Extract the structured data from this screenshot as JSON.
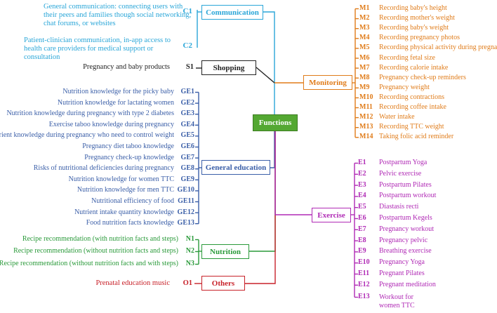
{
  "center": "Functions",
  "colors": {
    "communication": "#2aa6d8",
    "shopping": "#222222",
    "general": "#3b5fa8",
    "nutrition": "#2a9a3a",
    "others": "#c8222a",
    "monitoring": "#e07c1a",
    "exercise": "#b02ab5"
  },
  "communication": {
    "label": "Communication",
    "items": [
      {
        "code": "C1",
        "text": "General communication: connecting users with their peers and families though social networking, chat forums, or websites"
      },
      {
        "code": "C2",
        "text": "Patient-clinician communication, in-app access to health care providers for medical support or consultation"
      }
    ]
  },
  "shopping": {
    "label": "Shopping",
    "items": [
      {
        "code": "S1",
        "text": "Pregnancy and baby products"
      }
    ]
  },
  "general": {
    "label": "General education",
    "items": [
      {
        "code": "GE1",
        "text": "Nutrition knowledge for the picky baby"
      },
      {
        "code": "GE2",
        "text": "Nutrition knowledge for lactating women"
      },
      {
        "code": "GE3",
        "text": "Nutrition knowledge during pregnancy with type 2 diabetes"
      },
      {
        "code": "GE4",
        "text": "Exercise taboo knowledge during pregnancy"
      },
      {
        "code": "GE5",
        "text": "Nutrient knowledge during pregnancy who need to control weight"
      },
      {
        "code": "GE6",
        "text": "Pregnancy diet taboo knowledge"
      },
      {
        "code": "GE7",
        "text": "Pregnancy check-up knowledge"
      },
      {
        "code": "GE8",
        "text": "Risks of nutritional deficiencies during pregnancy"
      },
      {
        "code": "GE9",
        "text": "Nutrition knowledge for women TTC"
      },
      {
        "code": "GE10",
        "text": "Nutrition knowledge for men TTC"
      },
      {
        "code": "GE11",
        "text": "Nutritional efficiency of food"
      },
      {
        "code": "GE12",
        "text": "Nutrient intake quantity knowledge"
      },
      {
        "code": "GE13",
        "text": "Food nutrition facts knowledge"
      }
    ]
  },
  "nutrition": {
    "label": "Nutrition",
    "items": [
      {
        "code": "N1",
        "text": "Recipe recommendation (with nutrition facts and steps)"
      },
      {
        "code": "N2",
        "text": "Recipe recommendation (without nutrition facts and steps)"
      },
      {
        "code": "N3",
        "text": "Recipe recommendation (without nutrition facts and with steps)"
      }
    ]
  },
  "others": {
    "label": "Others",
    "items": [
      {
        "code": "O1",
        "text": "Prenatal education music"
      }
    ]
  },
  "monitoring": {
    "label": "Monitoring",
    "items": [
      {
        "code": "M1",
        "text": "Recording baby's height"
      },
      {
        "code": "M2",
        "text": "Recording mother's weight"
      },
      {
        "code": "M3",
        "text": "Recording baby's weight"
      },
      {
        "code": "M4",
        "text": "Recording pregnancy photos"
      },
      {
        "code": "M5",
        "text": "Recording physical activity during pregnancy"
      },
      {
        "code": "M6",
        "text": "Recording fetal size"
      },
      {
        "code": "M7",
        "text": "Recording calorie intake"
      },
      {
        "code": "M8",
        "text": "Pregnancy check-up reminders"
      },
      {
        "code": "M9",
        "text": "Pregnancy weight"
      },
      {
        "code": "M10",
        "text": "Recording contractions"
      },
      {
        "code": "M11",
        "text": "Recording coffee intake"
      },
      {
        "code": "M12",
        "text": "Water intake"
      },
      {
        "code": "M13",
        "text": "Recording TTC weight"
      },
      {
        "code": "M14",
        "text": "Taking folic acid reminder"
      }
    ]
  },
  "exercise": {
    "label": "Exercise",
    "items": [
      {
        "code": "E1",
        "text": "Postpartum Yoga"
      },
      {
        "code": "E2",
        "text": "Pelvic exercise"
      },
      {
        "code": "E3",
        "text": "Postpartum Pilates"
      },
      {
        "code": "E4",
        "text": "Postpartum workout"
      },
      {
        "code": "E5",
        "text": "Diastasis recti"
      },
      {
        "code": "E6",
        "text": "Postpartum Kegels"
      },
      {
        "code": "E7",
        "text": "Pregnancy workout"
      },
      {
        "code": "E8",
        "text": "Pregnancy pelvic"
      },
      {
        "code": "E9",
        "text": "Breathing exercise"
      },
      {
        "code": "E10",
        "text": "Pregnancy Yoga"
      },
      {
        "code": "E11",
        "text": "Pregnant Pilates"
      },
      {
        "code": "E12",
        "text": "Pregnant meditation"
      },
      {
        "code": "E13",
        "text": "Workout for women TTC"
      }
    ]
  }
}
